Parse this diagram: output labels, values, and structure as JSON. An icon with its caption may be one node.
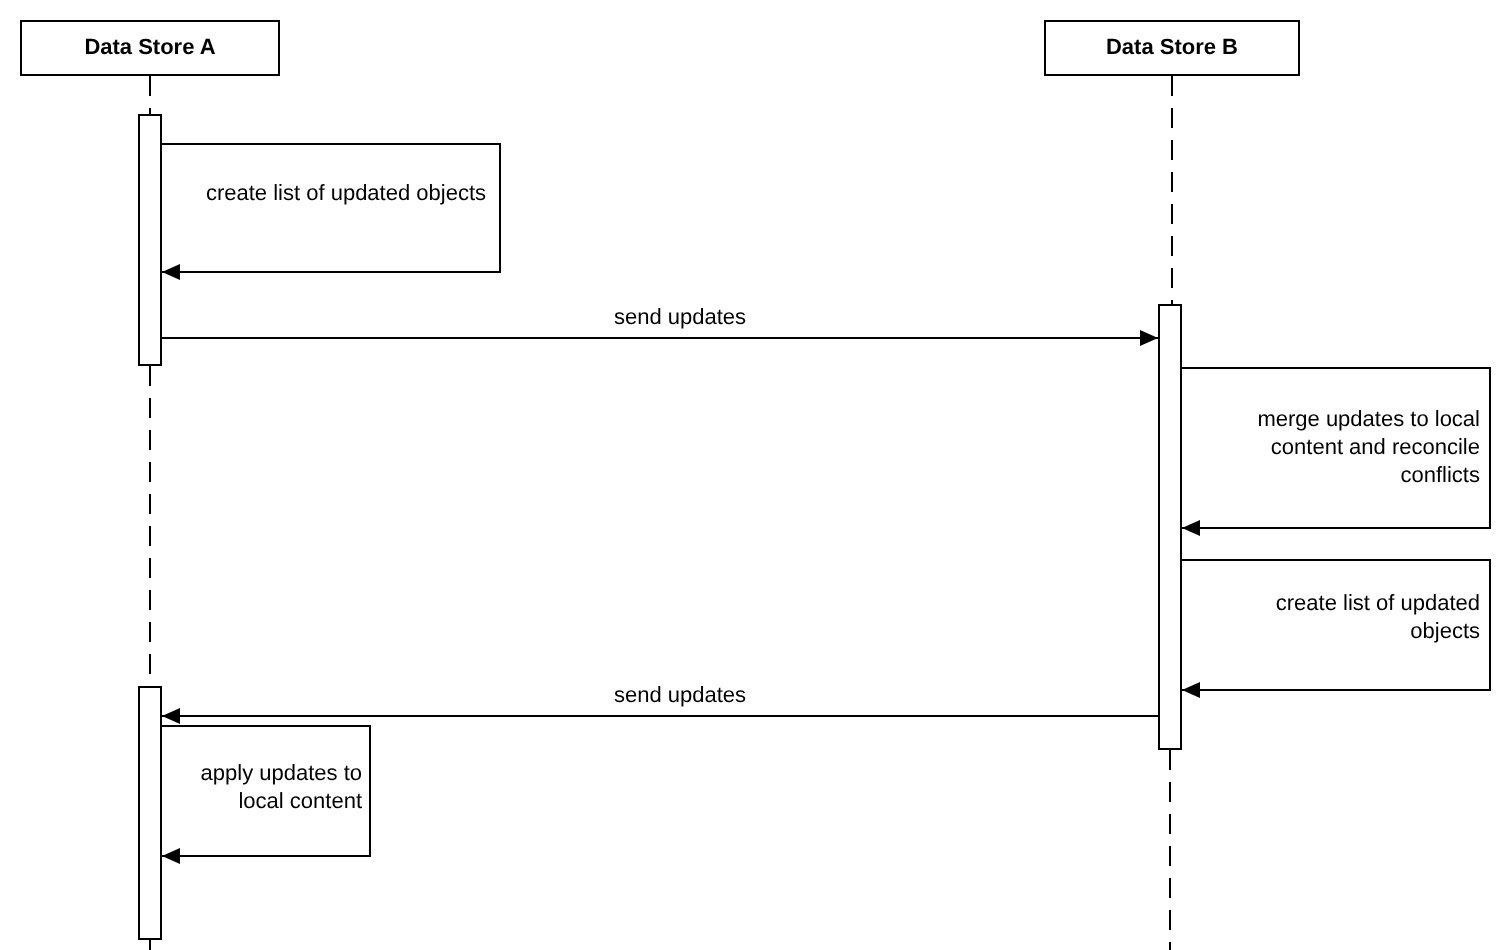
{
  "diagram": {
    "nodes": [
      {
        "text": [
          "Data Store A"
        ]
      },
      {
        "text": [
          "Data Store B"
        ]
      },
      {
        "text": [],
        "shape": "bar"
      },
      {
        "text": [],
        "shape": "bar"
      },
      {
        "text": [],
        "shape": "bar"
      }
    ],
    "edges": [
      {
        "from": 2,
        "to": 2,
        "arrow": "to",
        "label": "create list of updated objects"
      },
      {
        "from": 2,
        "to": 3,
        "arrow": "to",
        "label": "send updates"
      },
      {
        "from": 3,
        "to": 3,
        "arrow": "to",
        "label": "merge updates to local content and reconcile conflicts"
      },
      {
        "from": 3,
        "to": 3,
        "arrow": "to",
        "label": "create list of updated objects"
      },
      {
        "from": 3,
        "to": 4,
        "arrow": "to",
        "label": "send updates"
      },
      {
        "from": 4,
        "to": 4,
        "arrow": "to",
        "label": "apply updates to local content"
      },
      {
        "from": 0,
        "to": 2,
        "arrow": "none",
        "style": "dashed"
      },
      {
        "from": 2,
        "to": 4,
        "arrow": "none",
        "style": "dashed"
      },
      {
        "from": 4,
        "to": null,
        "arrow": "none",
        "style": "dashed"
      },
      {
        "from": 1,
        "to": 3,
        "arrow": "none",
        "style": "dashed"
      },
      {
        "from": 3,
        "to": null,
        "arrow": "none",
        "style": "dashed"
      }
    ]
  }
}
